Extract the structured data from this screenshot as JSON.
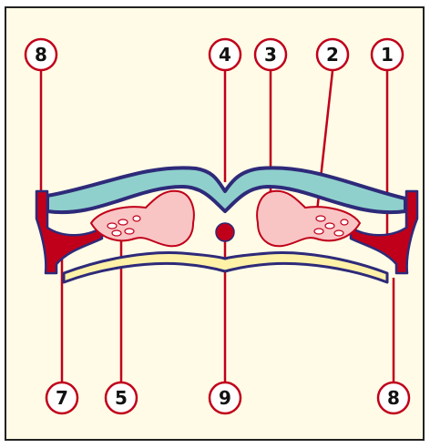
{
  "diagram": {
    "callouts": {
      "top_left_8": "8",
      "top_4": "4",
      "top_3": "3",
      "top_2": "2",
      "top_1": "1",
      "bottom_7": "7",
      "bottom_5": "5",
      "bottom_9": "9",
      "bottom_right_8": "8"
    },
    "colors": {
      "background": "#fffbe6",
      "border": "#222222",
      "callout_stroke": "#c0001a",
      "leader_line": "#c0001a",
      "neural_fold": "#8fd0cc",
      "ectoderm_outline": "#2e2a7a",
      "neural_tissue": "#f9c4c4",
      "neural_tissue_outline": "#c0001a",
      "endoderm_fill": "#fff2a8",
      "endoderm_outline": "#2e2a7a"
    }
  }
}
